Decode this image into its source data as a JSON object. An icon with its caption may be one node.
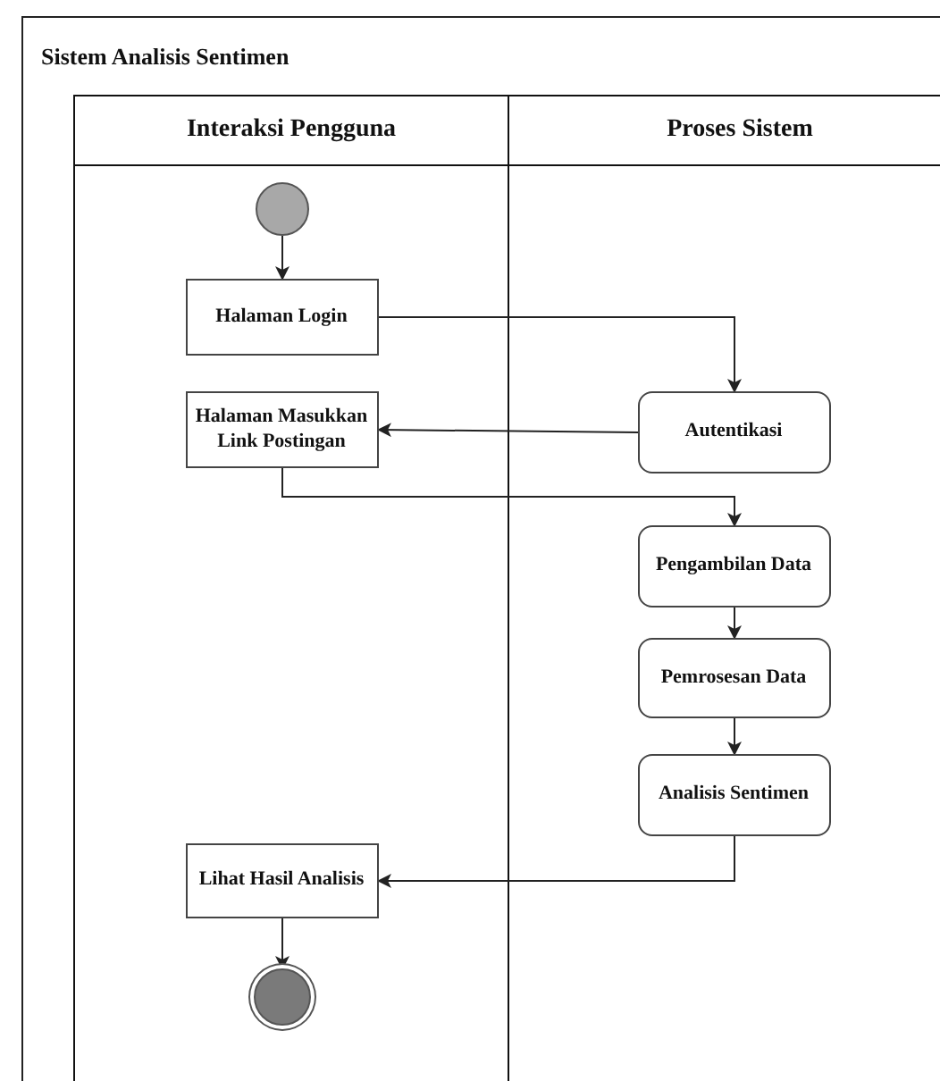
{
  "diagram": {
    "title": "Sistem Analisis Sentimen",
    "nodes": [
      {
        "text": [
          "Interaksi Pengguna"
        ]
      },
      {
        "text": [
          "Proses Sistem"
        ]
      },
      {
        "text": [],
        "shape": "circle",
        "in": 0
      },
      {
        "text": [
          "Halaman Login"
        ],
        "in": 0
      },
      {
        "text": [
          "Halaman Masukkan Link Postingan"
        ],
        "in": 0
      },
      {
        "text": [
          "Autentikasi"
        ],
        "in": 1
      },
      {
        "text": [
          "Pengambilan Data"
        ],
        "in": 1
      },
      {
        "text": [
          "Pemrosesan Data"
        ],
        "in": 1
      },
      {
        "text": [
          "Analisis Sentimen"
        ],
        "in": 1
      },
      {
        "text": [
          "Lihat Hasil Analisis"
        ],
        "in": 0
      },
      {
        "text": [],
        "shape": "circle",
        "in": 0
      }
    ],
    "edges": [
      {
        "from": 2,
        "to": 3,
        "arrow": "to"
      },
      {
        "from": 3,
        "to": 5,
        "arrow": "to"
      },
      {
        "from": 5,
        "to": 4,
        "arrow": "to"
      },
      {
        "from": 4,
        "to": 6,
        "arrow": "to"
      },
      {
        "from": 6,
        "to": 7,
        "arrow": "to"
      },
      {
        "from": 7,
        "to": 8,
        "arrow": "to"
      },
      {
        "from": 8,
        "to": 9,
        "arrow": "to"
      },
      {
        "from": 9,
        "to": 10,
        "arrow": "to"
      }
    ]
  }
}
